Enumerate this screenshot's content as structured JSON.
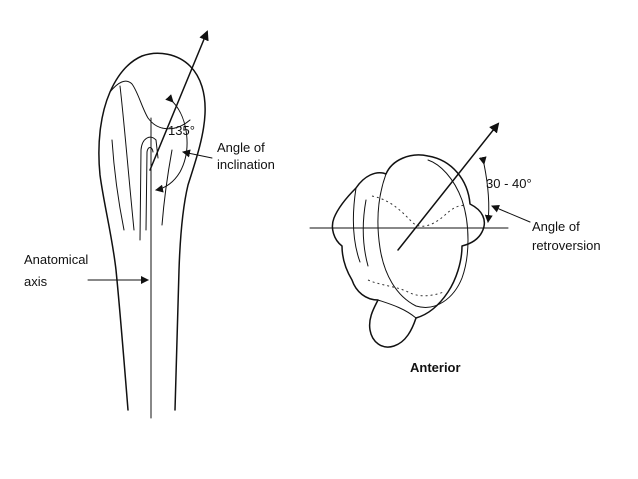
{
  "labels": {
    "inclination_value": "135°",
    "angle_of_inclination_line1": "Angle of",
    "angle_of_inclination_line2": "inclination",
    "anatomical_axis_line1": "Anatomical",
    "anatomical_axis_line2": "axis",
    "retroversion_value": "30 - 40°",
    "angle_of_retroversion_line1": "Angle of",
    "angle_of_retroversion_line2": "retroversion",
    "anterior": "Anterior"
  },
  "colors": {
    "ink": "#111111",
    "background": "#ffffff"
  }
}
